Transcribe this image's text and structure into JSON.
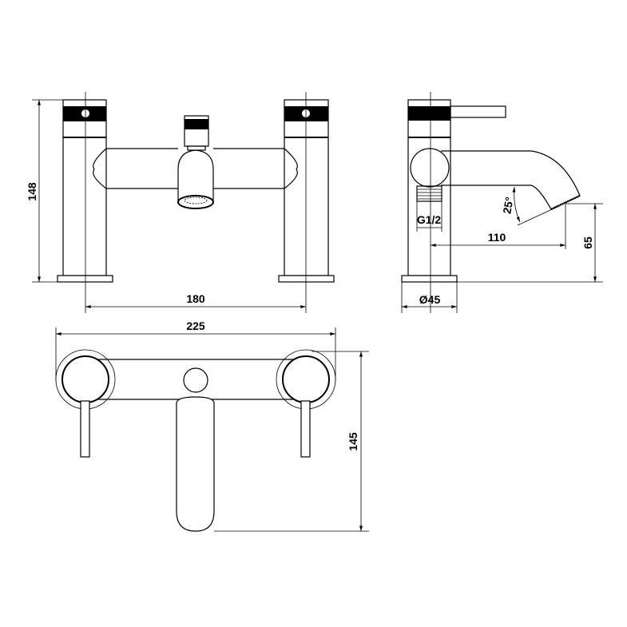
{
  "drawing": {
    "views": [
      "front",
      "side",
      "plan"
    ],
    "line_color": "#000000",
    "dimensions": {
      "height": "148",
      "centres": "180",
      "base_diameter": "Ø45",
      "thread": "G1/2",
      "spout_reach": "110",
      "spout_height": "65",
      "spout_angle": "25°",
      "overall_width": "225",
      "depth": "145"
    }
  }
}
